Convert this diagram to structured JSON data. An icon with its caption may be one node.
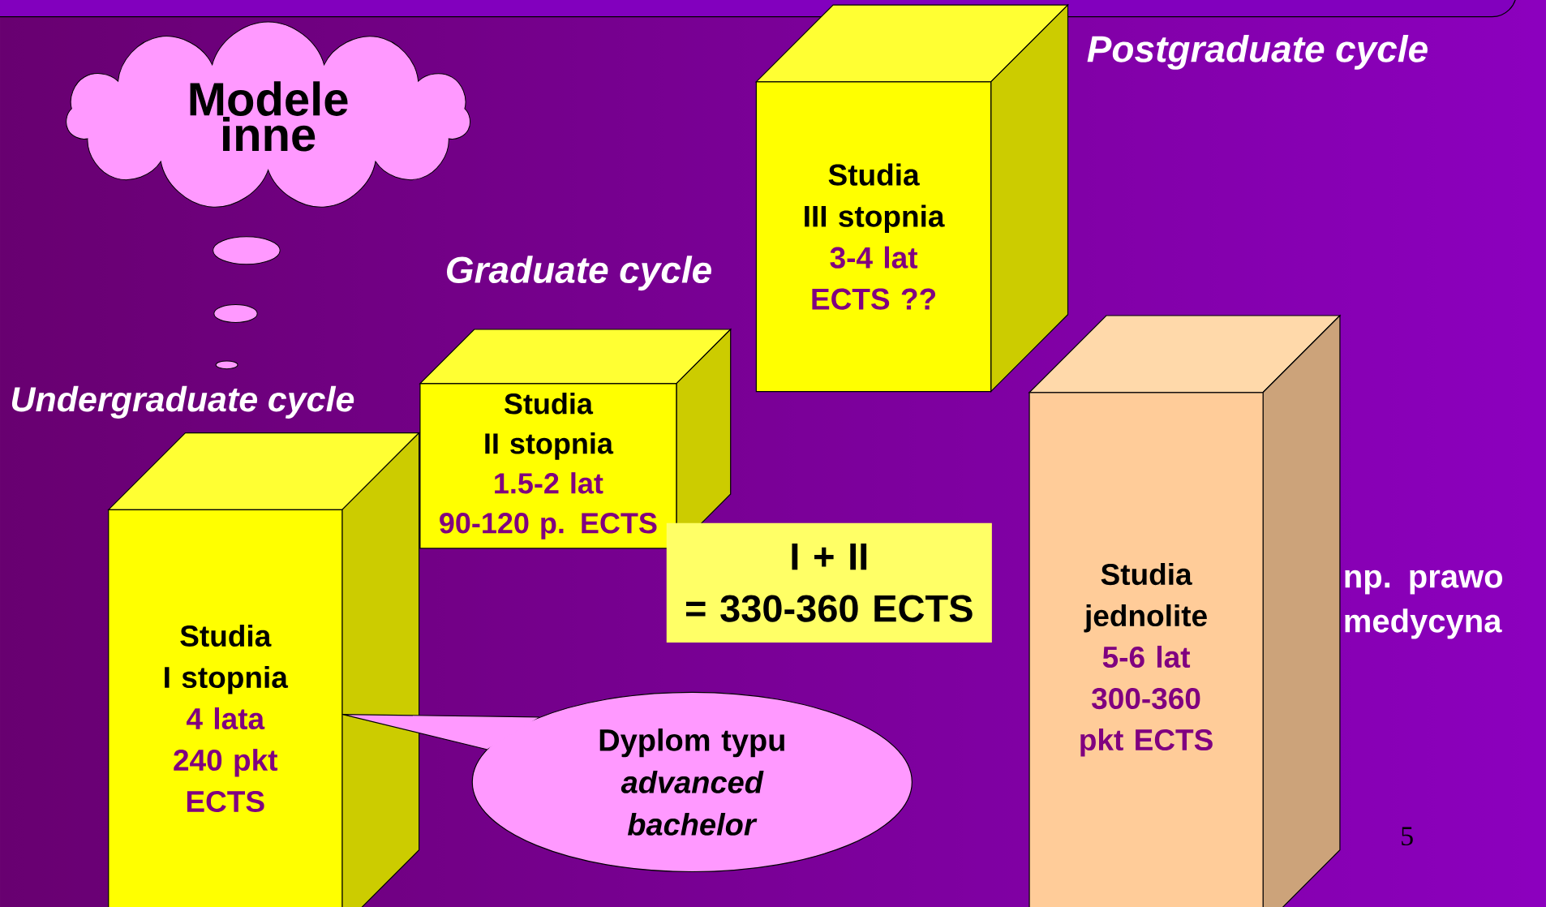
{
  "diagram": {
    "nodes": [
      {
        "text": [
          "Modele inne"
        ]
      },
      {
        "text": [
          "Studia III stopnia",
          "3-4 lat ECTS ??"
        ],
        "beside": [
          "Postgraduate cycle"
        ]
      },
      {
        "text": [
          "Studia II stopnia",
          "1.5-2 lat 90-120 p. ECTS"
        ],
        "beside": [
          "Graduate cycle"
        ]
      },
      {
        "text": [
          "Studia I stopnia",
          "4 lata 240 pkt ECTS"
        ],
        "beside": [
          "Undergraduate cycle"
        ]
      },
      {
        "text": [
          "I + II = 330-360 ECTS"
        ]
      },
      {
        "text": [
          "Studia jednolite",
          "5-6 lat 300-360 pkt ECTS"
        ],
        "beside": [
          "np. prawo medycyna"
        ]
      },
      {
        "text": [
          "Dyplom typu *advanced bachelor*"
        ]
      }
    ],
    "edges": [
      {
        "from": 6,
        "to": 3,
        "arrow": "none"
      }
    ],
    "labels": [
      "5"
    ]
  }
}
